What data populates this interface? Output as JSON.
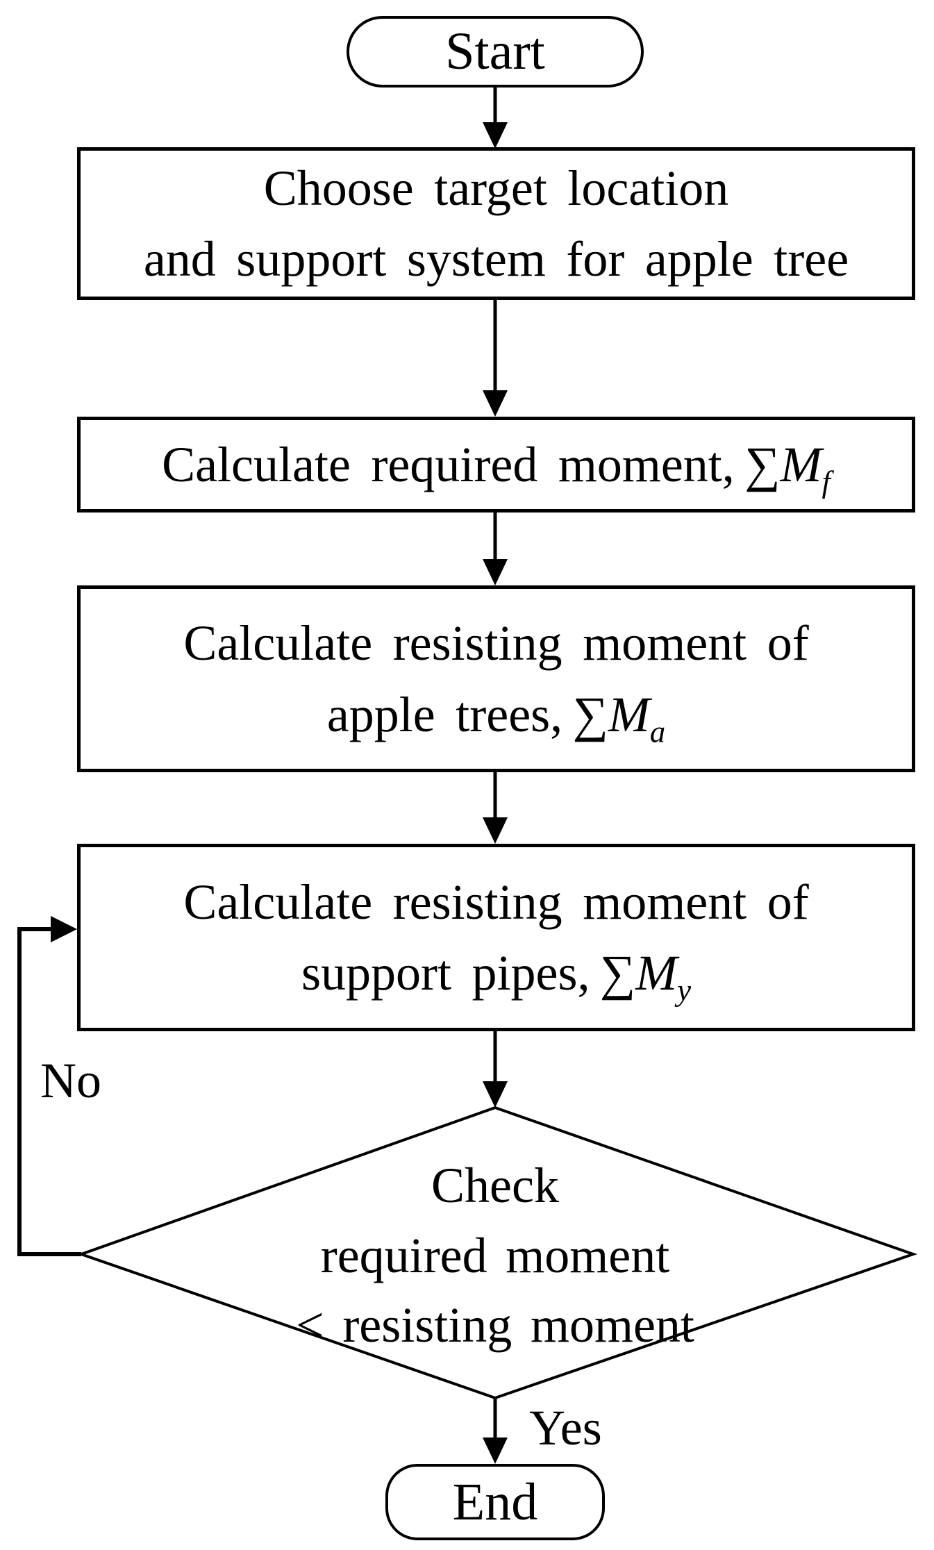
{
  "nodes": {
    "start": {
      "label": "Start"
    },
    "choose_location": {
      "line1": "Choose target location",
      "line2": "and support system for apple tree"
    },
    "required_moment": {
      "text": "Calculate required moment,",
      "sigma": "∑",
      "variable": "M",
      "subscript": "f"
    },
    "apple_resisting": {
      "line1": "Calculate resisting moment of",
      "line2": "apple trees,",
      "sigma": "∑",
      "variable": "M",
      "subscript": "a"
    },
    "pipe_resisting": {
      "line1": "Calculate resisting moment of",
      "line2": "support pipes,",
      "sigma": "∑",
      "variable": "M",
      "subscript": "y"
    },
    "decision": {
      "line1": "Check",
      "line2": "required moment",
      "line3": "< resisting moment"
    },
    "end": {
      "label": "End"
    }
  },
  "edge_labels": {
    "no": "No",
    "yes": "Yes"
  },
  "colors": {
    "stroke": "#000000",
    "background": "#ffffff",
    "text": "#000000"
  }
}
